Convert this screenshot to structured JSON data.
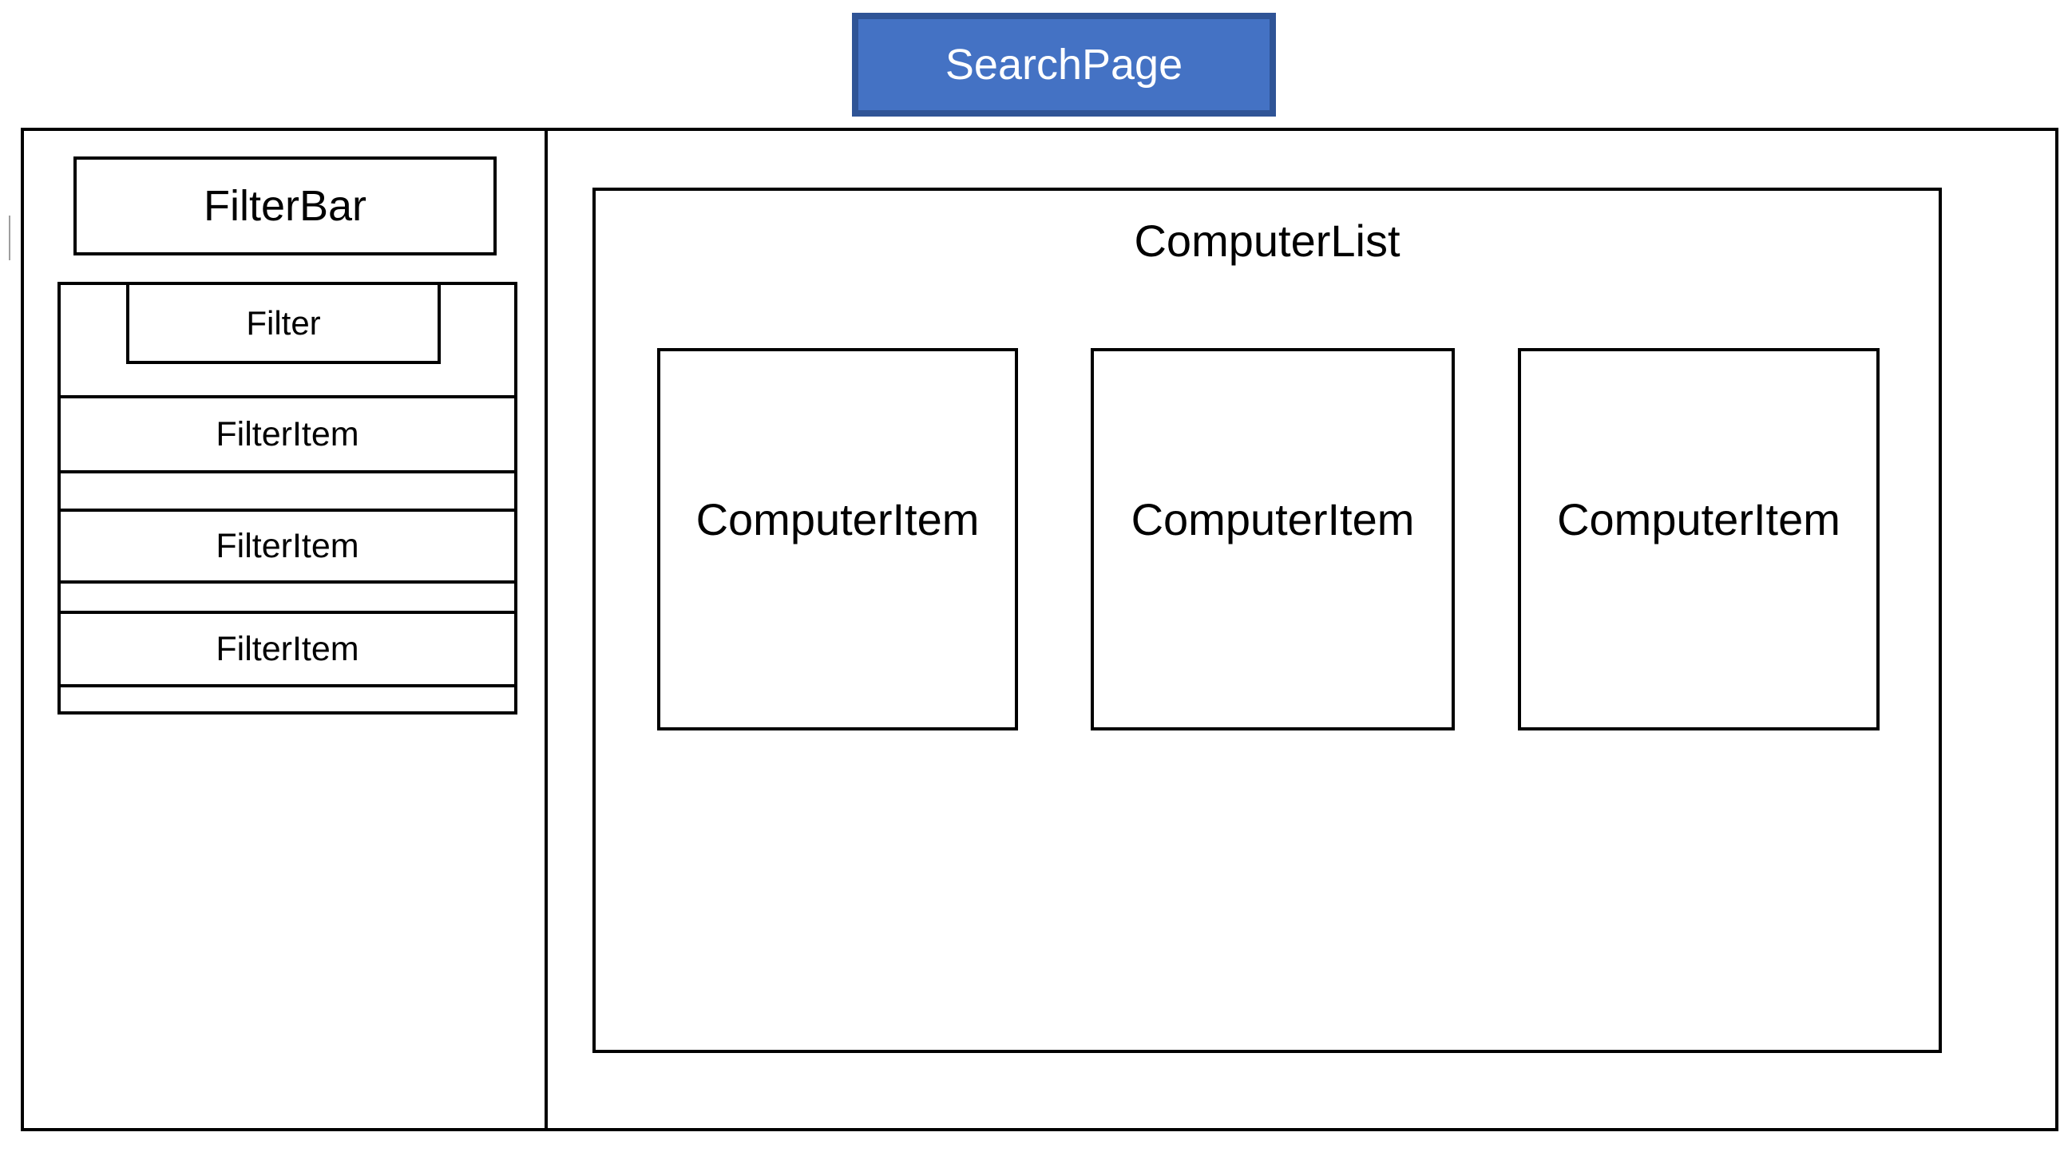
{
  "page": {
    "title_node": {
      "label": "SearchPage",
      "fill": "#4472C4",
      "border_color": "#2F5496",
      "text_color": "#FFFFFF"
    },
    "sidebar": {
      "filterbar": {
        "label": "FilterBar"
      },
      "filter_panel": {
        "filter": {
          "label": "Filter"
        },
        "items": [
          {
            "label": "FilterItem"
          },
          {
            "label": "FilterItem"
          },
          {
            "label": "FilterItem"
          }
        ]
      }
    },
    "main": {
      "computer_list": {
        "label": "ComputerList",
        "items": [
          {
            "label": "ComputerItem"
          },
          {
            "label": "ComputerItem"
          },
          {
            "label": "ComputerItem"
          }
        ]
      }
    },
    "colors": {
      "box_border": "#000000",
      "background": "#FFFFFF",
      "text": "#000000",
      "stray_mark": "#9E9E9E"
    }
  }
}
